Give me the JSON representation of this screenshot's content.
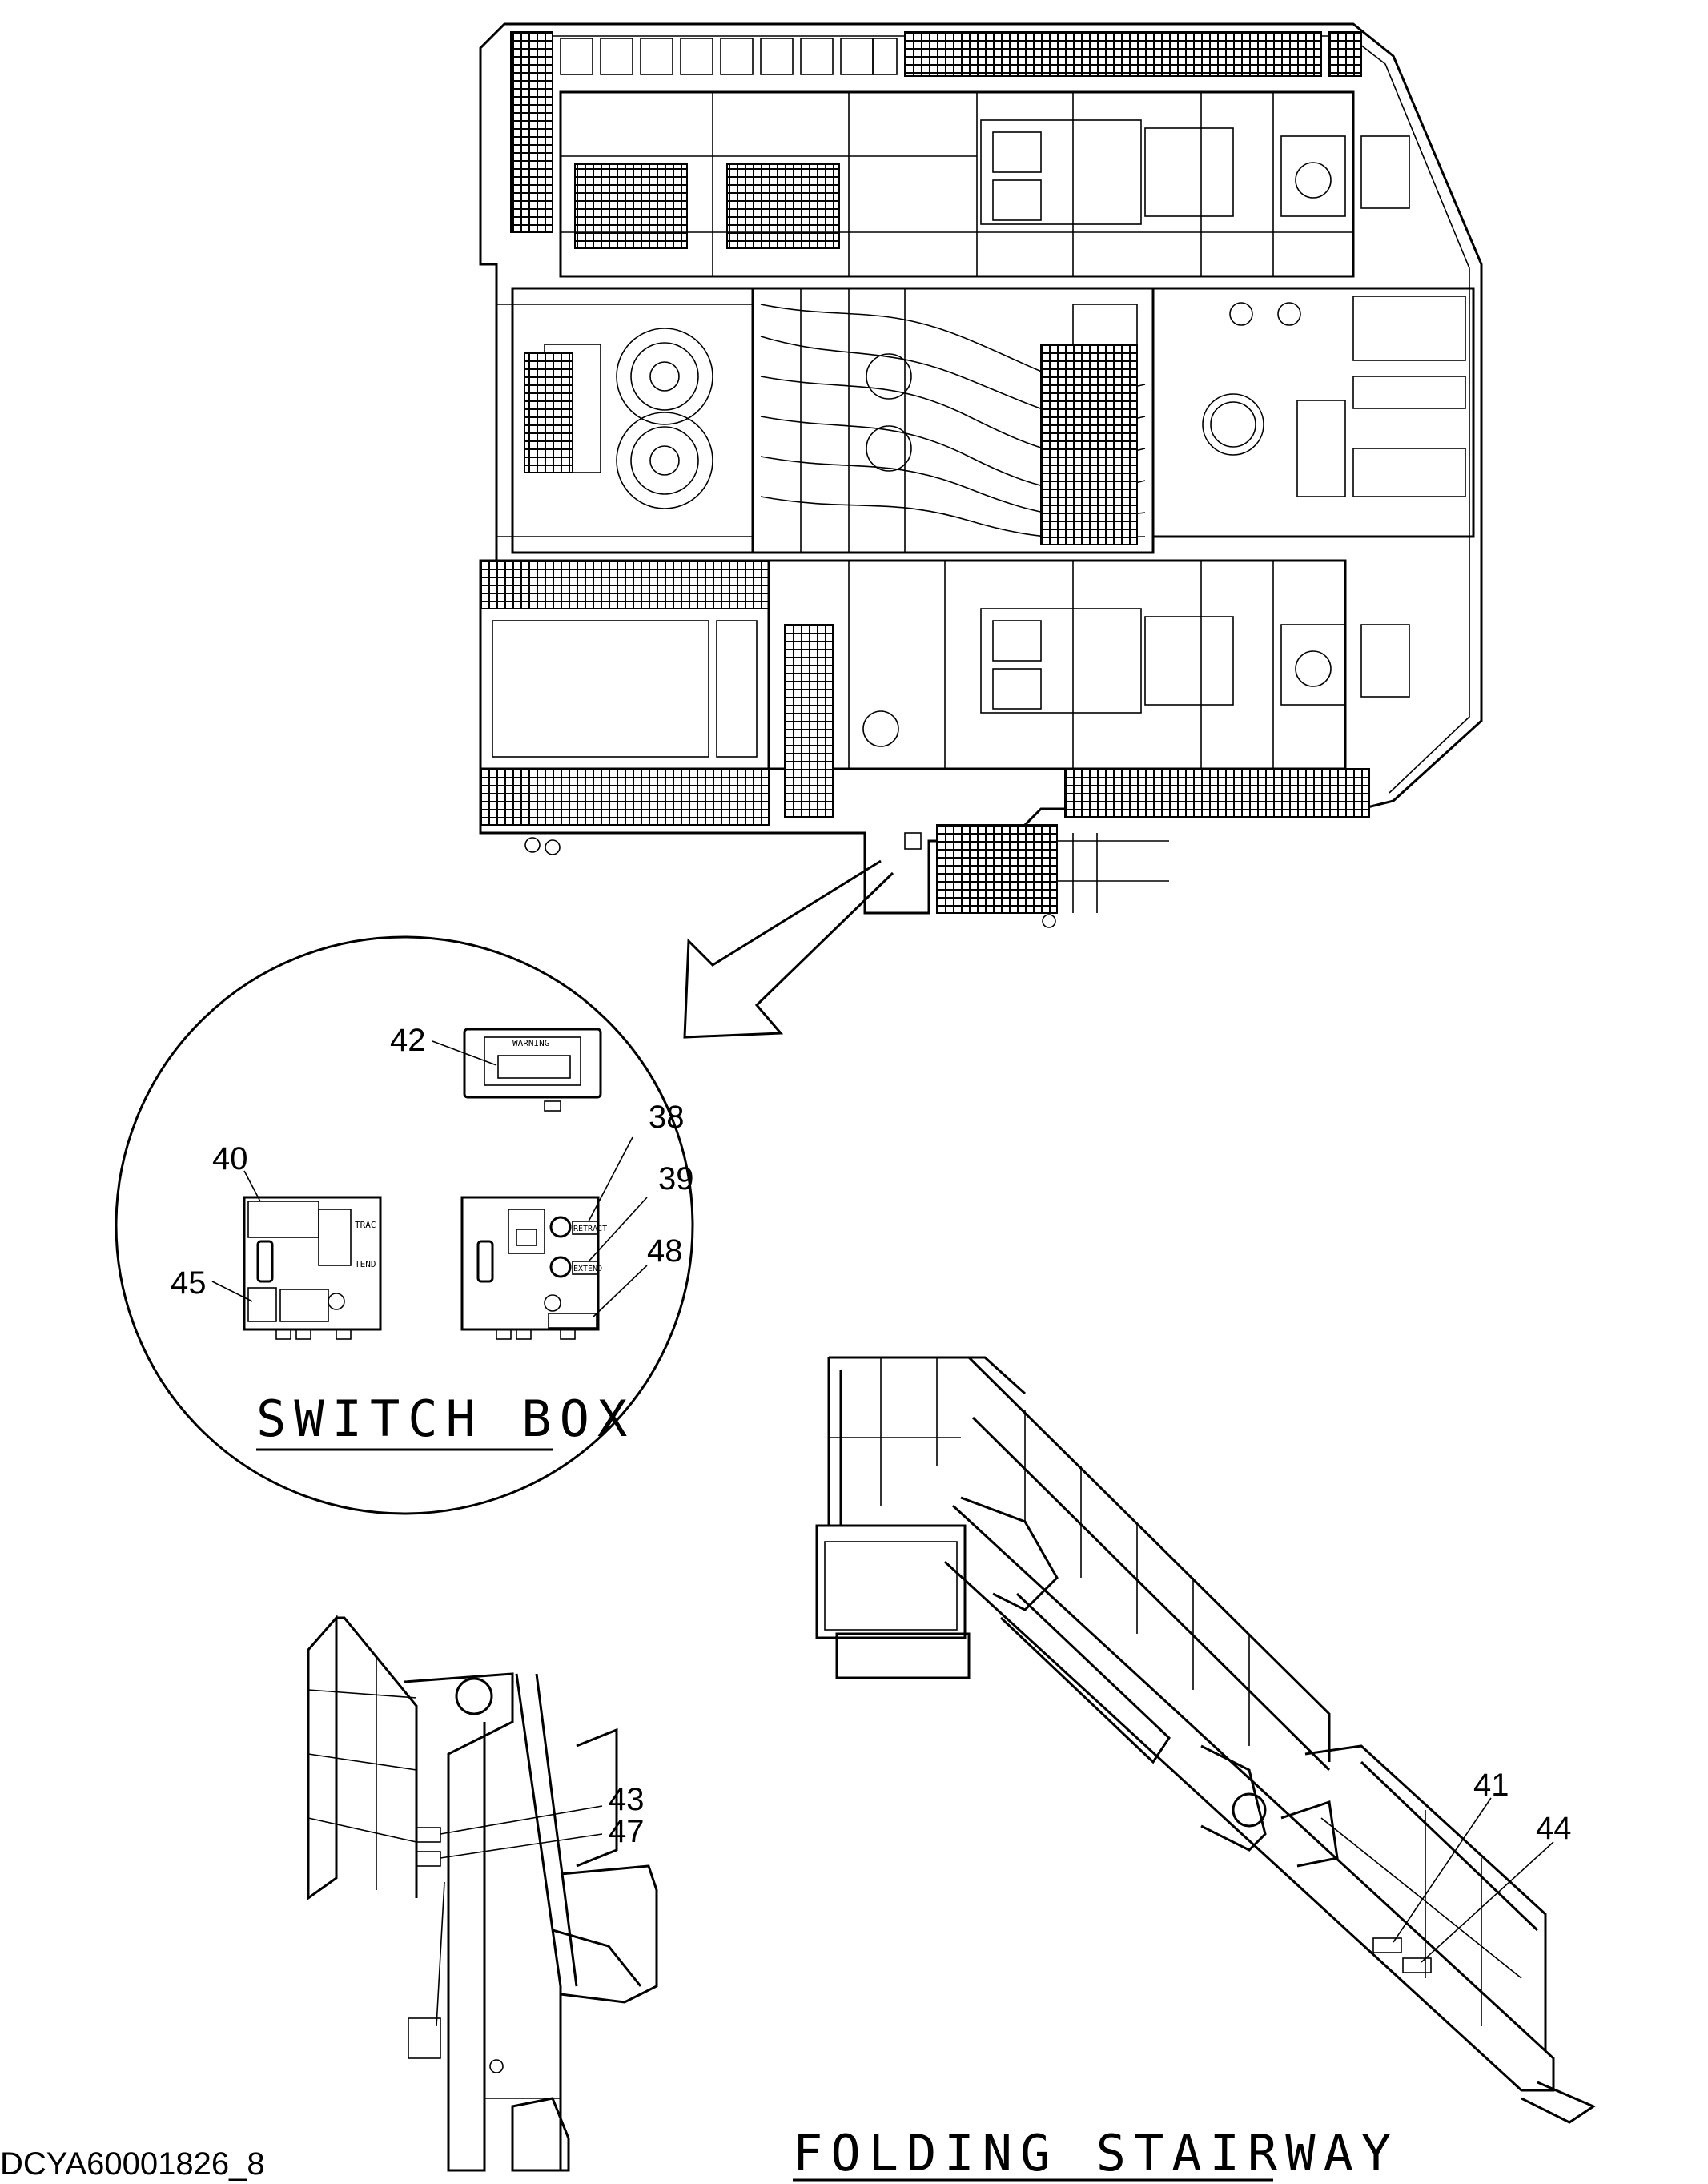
{
  "drawing_id": "DCYA60001826_8",
  "views": {
    "switch_box": {
      "caption": "SWITCH BOX"
    },
    "folding_stairway": {
      "caption": "FOLDING STAIRWAY"
    }
  },
  "callouts": {
    "c42": "42",
    "c40": "40",
    "c38": "38",
    "c39": "39",
    "c48": "48",
    "c45": "45",
    "c43": "43",
    "c47": "47",
    "c41": "41",
    "c44": "44"
  },
  "box_labels": {
    "warning": "WARNING",
    "retract": "RETRACT",
    "extend": "EXTEND",
    "trac": "TRAC",
    "tend": "TEND"
  },
  "colors": {
    "line": "#000000",
    "background": "#ffffff"
  }
}
